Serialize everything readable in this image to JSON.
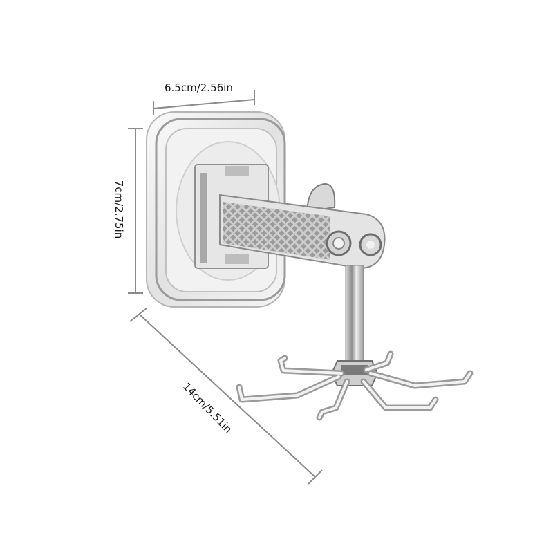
{
  "product": {
    "name": "rotating-hook-with-suction-mount",
    "hook_arm_count": 6
  },
  "dimensions": {
    "width": "6.5cm/2.56in",
    "height": "7cm/2.75in",
    "depth": "14cm/5.51in"
  },
  "colors": {
    "background": "#ffffff",
    "dimension_line": "#8a8a8a",
    "label_text": "#1a1a1a",
    "plastic_edge": "#9a9a9a",
    "plastic_fill": "#eeeeee"
  }
}
